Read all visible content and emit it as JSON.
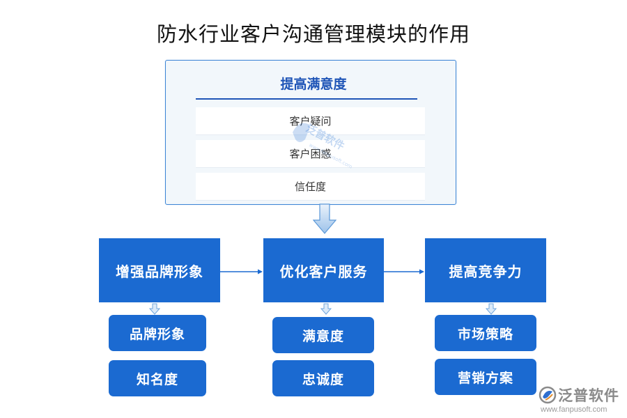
{
  "title": "防水行业客户沟通管理模块的作用",
  "top_panel": {
    "heading": "提高满意度",
    "items": [
      "客户疑问",
      "客户困惑",
      "信任度"
    ]
  },
  "main_boxes": [
    {
      "label": "增强品牌形象",
      "sub_items": [
        "品牌形象",
        "知名度"
      ]
    },
    {
      "label": "优化客户服务",
      "sub_items": [
        "满意度",
        "忠诚度"
      ]
    },
    {
      "label": "提高竞争力",
      "sub_items": [
        "市场策略",
        "营销方案"
      ]
    }
  ],
  "watermark": {
    "center_text": "泛普软件",
    "brand_name": "泛普软件",
    "brand_url": "www.fanpusoft.com"
  },
  "colors": {
    "primary": "#1b6ad1",
    "heading": "#1f55b7",
    "panel_bg": "#f2f7fb",
    "panel_border": "#3f86d6"
  }
}
